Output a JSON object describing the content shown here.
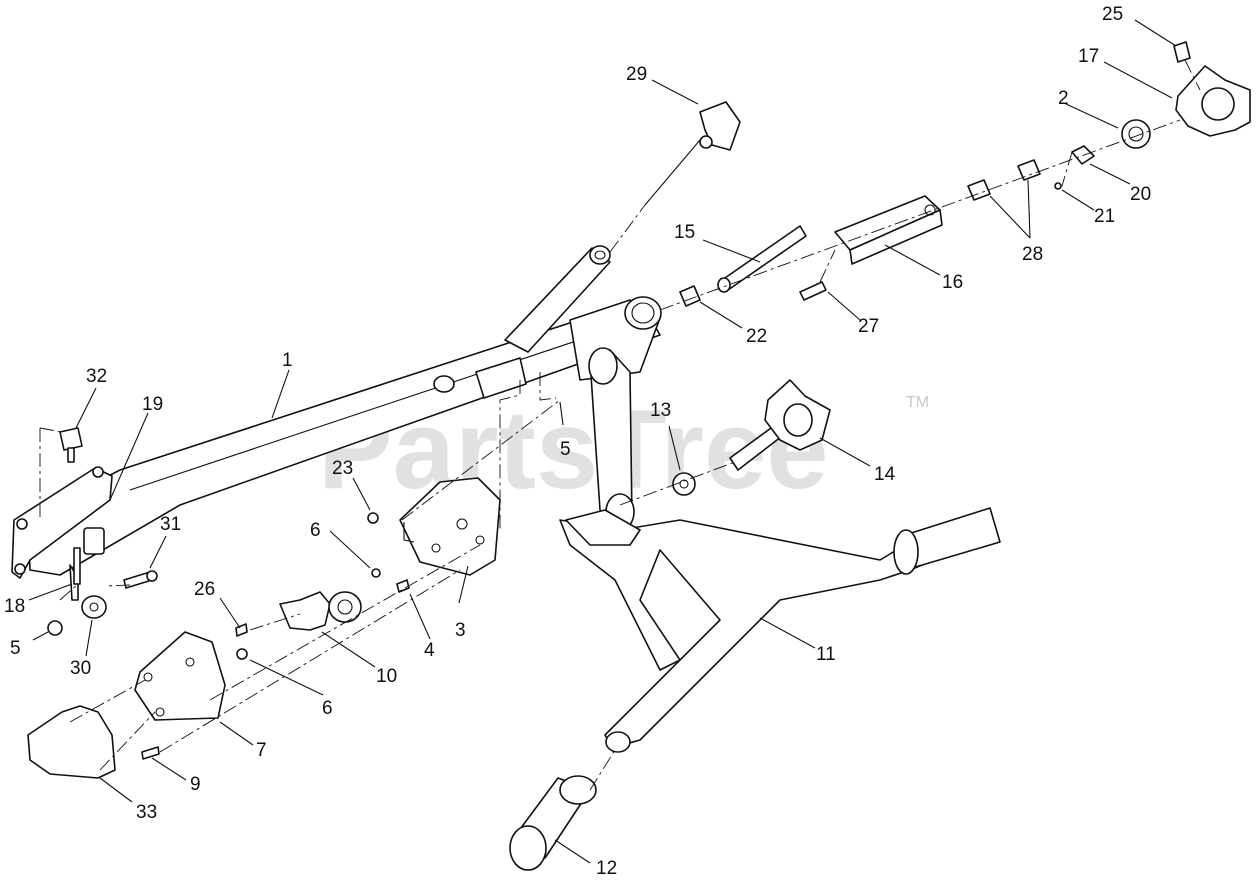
{
  "watermark": {
    "text": "PartsTree",
    "tm": "TM"
  },
  "callouts": [
    {
      "id": "c1",
      "text": "1"
    },
    {
      "id": "c2",
      "text": "2"
    },
    {
      "id": "c3",
      "text": "3"
    },
    {
      "id": "c4",
      "text": "4"
    },
    {
      "id": "c5a",
      "text": "5"
    },
    {
      "id": "c5b",
      "text": "5"
    },
    {
      "id": "c6a",
      "text": "6"
    },
    {
      "id": "c6b",
      "text": "6"
    },
    {
      "id": "c7",
      "text": "7"
    },
    {
      "id": "c9",
      "text": "9"
    },
    {
      "id": "c10",
      "text": "10"
    },
    {
      "id": "c11",
      "text": "11"
    },
    {
      "id": "c12",
      "text": "12"
    },
    {
      "id": "c13",
      "text": "13"
    },
    {
      "id": "c14",
      "text": "14"
    },
    {
      "id": "c15",
      "text": "15"
    },
    {
      "id": "c16",
      "text": "16"
    },
    {
      "id": "c17",
      "text": "17"
    },
    {
      "id": "c18",
      "text": "18"
    },
    {
      "id": "c19",
      "text": "19"
    },
    {
      "id": "c20",
      "text": "20"
    },
    {
      "id": "c21",
      "text": "21"
    },
    {
      "id": "c22",
      "text": "22"
    },
    {
      "id": "c23",
      "text": "23"
    },
    {
      "id": "c25",
      "text": "25"
    },
    {
      "id": "c26",
      "text": "26"
    },
    {
      "id": "c27",
      "text": "27"
    },
    {
      "id": "c28",
      "text": "28"
    },
    {
      "id": "c29",
      "text": "29"
    },
    {
      "id": "c30",
      "text": "30"
    },
    {
      "id": "c31",
      "text": "31"
    },
    {
      "id": "c32",
      "text": "32"
    },
    {
      "id": "c33",
      "text": "33"
    }
  ]
}
